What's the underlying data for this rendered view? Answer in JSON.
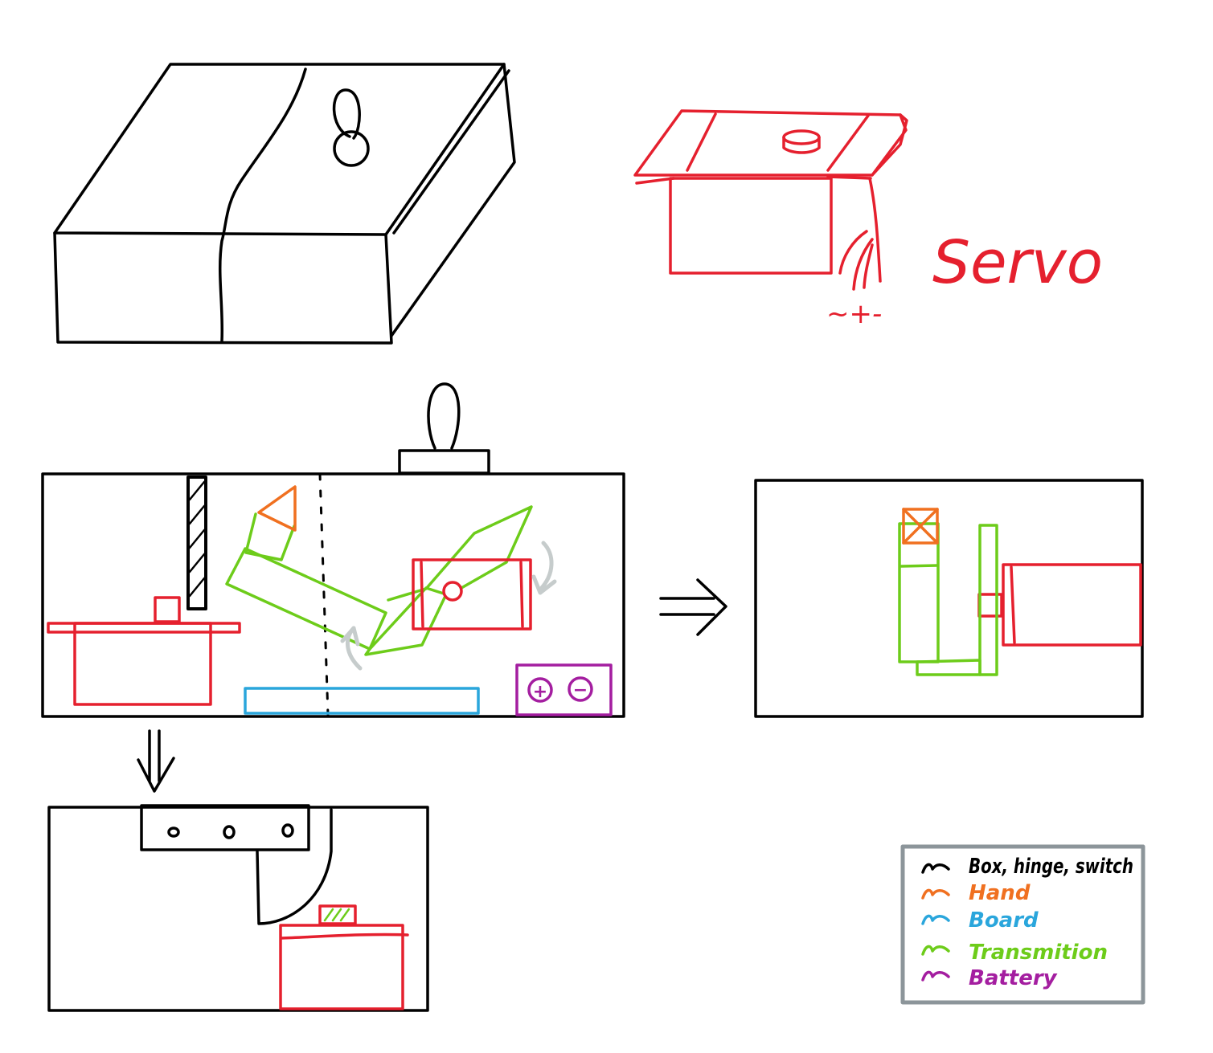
{
  "colors": {
    "box": "#000000",
    "servo": "#e5202e",
    "hand": "#f07020",
    "board": "#2aa6dc",
    "transmission": "#6dcc1a",
    "battery": "#a41ea0",
    "legend_frame": "#8c959a",
    "motion_arrow": "#c6cccc"
  },
  "servo_sketch": {
    "label": "Servo",
    "pins": "~+-"
  },
  "battery": {
    "plus": "+",
    "minus": "−"
  },
  "legend": {
    "items": [
      {
        "label": "Box, hinge, switch",
        "color": "#000000"
      },
      {
        "label": "Hand",
        "color": "#f07020"
      },
      {
        "label": "Board",
        "color": "#2aa6dc"
      },
      {
        "label": "Transmition",
        "color": "#6dcc1a"
      },
      {
        "label": "Battery",
        "color": "#a41ea0"
      }
    ]
  }
}
